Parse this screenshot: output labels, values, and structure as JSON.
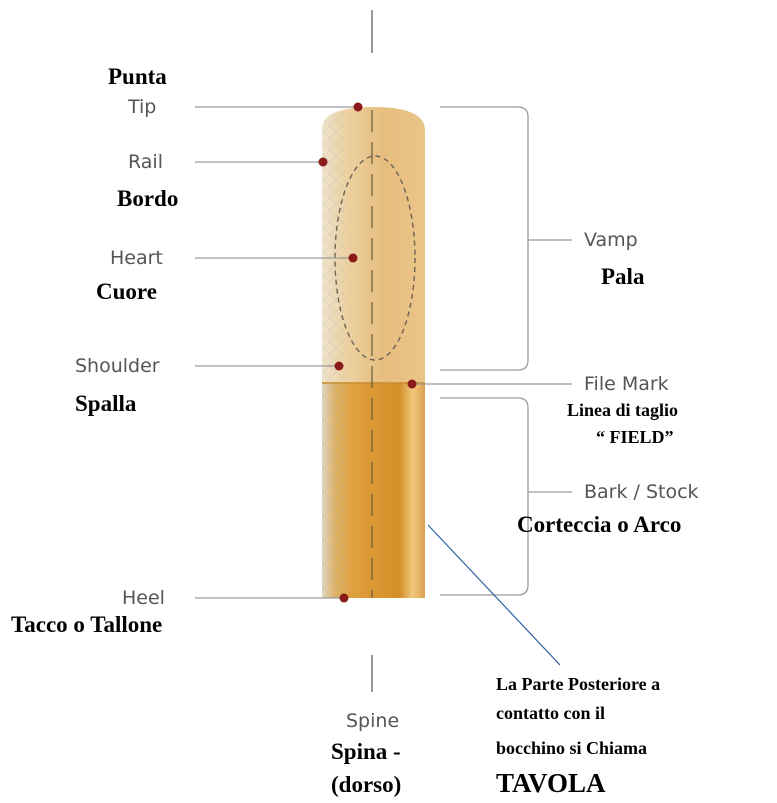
{
  "labels": {
    "tip": "Tip",
    "tip_it": "Punta",
    "rail": "Rail",
    "rail_it": "Bordo",
    "heart": "Heart",
    "heart_it": "Cuore",
    "shoulder": "Shoulder",
    "shoulder_it": "Spalla",
    "heel": "Heel",
    "heel_it": "Tacco o Tallone",
    "vamp": "Vamp",
    "vamp_it": "Pala",
    "file_mark": "File Mark",
    "file_mark_it_1": "Linea di taglio",
    "file_mark_it_2": "“ FIELD”",
    "bark": "Bark / Stock",
    "bark_it": "Corteccia o Arco",
    "spine": "Spine",
    "spine_it_1": "Spina -",
    "spine_it_2": "(dorso)",
    "note_1": "La Parte Posteriore a",
    "note_2": "contatto con il",
    "note_3": "bocchino  si Chiama",
    "note_4": "TAVOLA"
  },
  "colors": {
    "vamp_wood": "#e8c389",
    "vamp_highlight": "#f3dcb0",
    "bark_wood": "#d9952e",
    "bark_highlight": "#f0c477",
    "dot": "#8b1a1a",
    "leader_line": "#9a9a9a",
    "pointer_line": "#2f5fa8"
  }
}
